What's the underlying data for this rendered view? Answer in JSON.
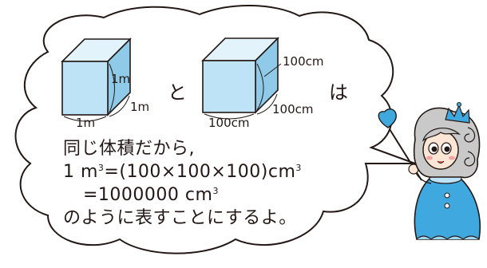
{
  "cube_small": {
    "label_height": "1m",
    "label_depth": "1m",
    "label_width": "1m"
  },
  "connector": "と",
  "cube_large": {
    "label_height": "100cm",
    "label_depth": "100cm",
    "label_width": "100cm"
  },
  "particle": "は",
  "explanation": {
    "line1": "同じ体積だから,",
    "line2_lhs": "1 m",
    "line2_rhs": "=(100×100×100)cm",
    "line3": "=1000000 cm",
    "cube_sup": "3",
    "line4": "のように表すことにするよ。"
  },
  "colors": {
    "cube_front": "#bfe3f6",
    "cube_top": "#e3f3fb",
    "cube_side": "#8fcbe9",
    "outline": "#231815",
    "character_dress": "#3fa9df",
    "character_hair": "#c9c9c9",
    "wand_heart": "#3fa9df"
  }
}
